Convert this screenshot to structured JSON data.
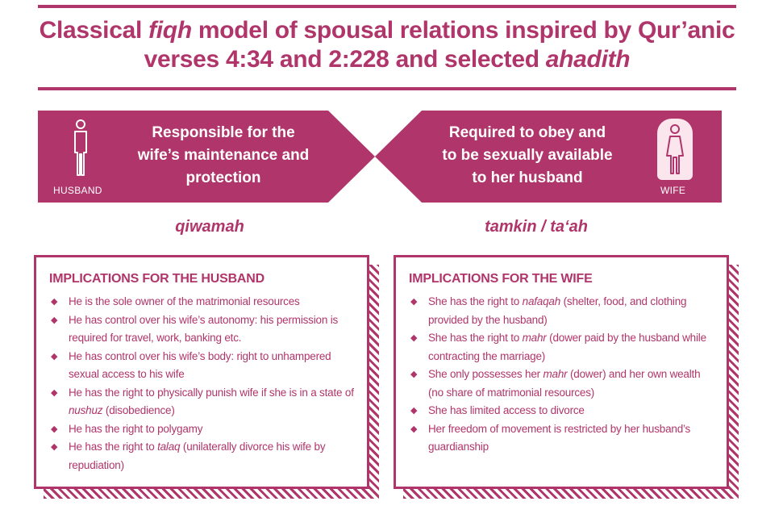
{
  "title": {
    "part1": "Classical ",
    "italic1": "fiqh",
    "part2": " model of spousal relations inspired by Qur’anic verses 4:34 and 2:228 and selected ",
    "italic2": "ahadith"
  },
  "banners": {
    "left": {
      "label": "HUSBAND",
      "icon": "man-icon",
      "lines": [
        "Responsible for the",
        "wife’s maintenance and",
        "protection"
      ]
    },
    "right": {
      "label": "WIFE",
      "icon": "woman-icon",
      "lines": [
        "Required to obey and",
        "to be sexually available",
        "to her husband"
      ]
    }
  },
  "concepts": {
    "left": "qiwamah",
    "right": "tamkin / ta‘ah"
  },
  "husband_box": {
    "heading": "IMPLICATIONS FOR THE HUSBAND",
    "items": [
      {
        "parts": [
          {
            "t": "He is the sole owner of the matrimonial resources"
          }
        ]
      },
      {
        "parts": [
          {
            "t": "He has control over his wife’s autonomy: his permission is required for travel, work, banking etc."
          }
        ]
      },
      {
        "parts": [
          {
            "t": "He has control over his wife’s body: right to unhampered sexual access to his wife"
          }
        ]
      },
      {
        "parts": [
          {
            "t": "He has the right to physically punish wife if she is in a state of "
          },
          {
            "t": "nushuz",
            "i": true
          },
          {
            "t": " (disobedience)"
          }
        ]
      },
      {
        "parts": [
          {
            "t": "He has the right to polygamy"
          }
        ]
      },
      {
        "parts": [
          {
            "t": "He has the right to "
          },
          {
            "t": "talaq",
            "i": true
          },
          {
            "t": " (unilaterally divorce his wife by repudiation)"
          }
        ]
      }
    ]
  },
  "wife_box": {
    "heading": "IMPLICATIONS FOR THE WIFE",
    "items": [
      {
        "parts": [
          {
            "t": "She has the right to "
          },
          {
            "t": "nafaqah",
            "i": true
          },
          {
            "t": " (shelter, food, and clothing provided by the husband)"
          }
        ]
      },
      {
        "parts": [
          {
            "t": "She has the right to "
          },
          {
            "t": "mahr",
            "i": true
          },
          {
            "t": " (dower paid by the husband while contracting the marriage)"
          }
        ]
      },
      {
        "parts": [
          {
            "t": "She only possesses her "
          },
          {
            "t": "mahr",
            "i": true
          },
          {
            "t": " (dower) and her own wealth (no share of matrimonial resources)"
          }
        ]
      },
      {
        "parts": [
          {
            "t": "She has limited access to divorce"
          }
        ]
      },
      {
        "parts": [
          {
            "t": "Her freedom of movement is restricted by her husband’s guardianship"
          }
        ]
      }
    ]
  },
  "colors": {
    "accent": "#b0356a",
    "tile": "#fbe6ee"
  }
}
